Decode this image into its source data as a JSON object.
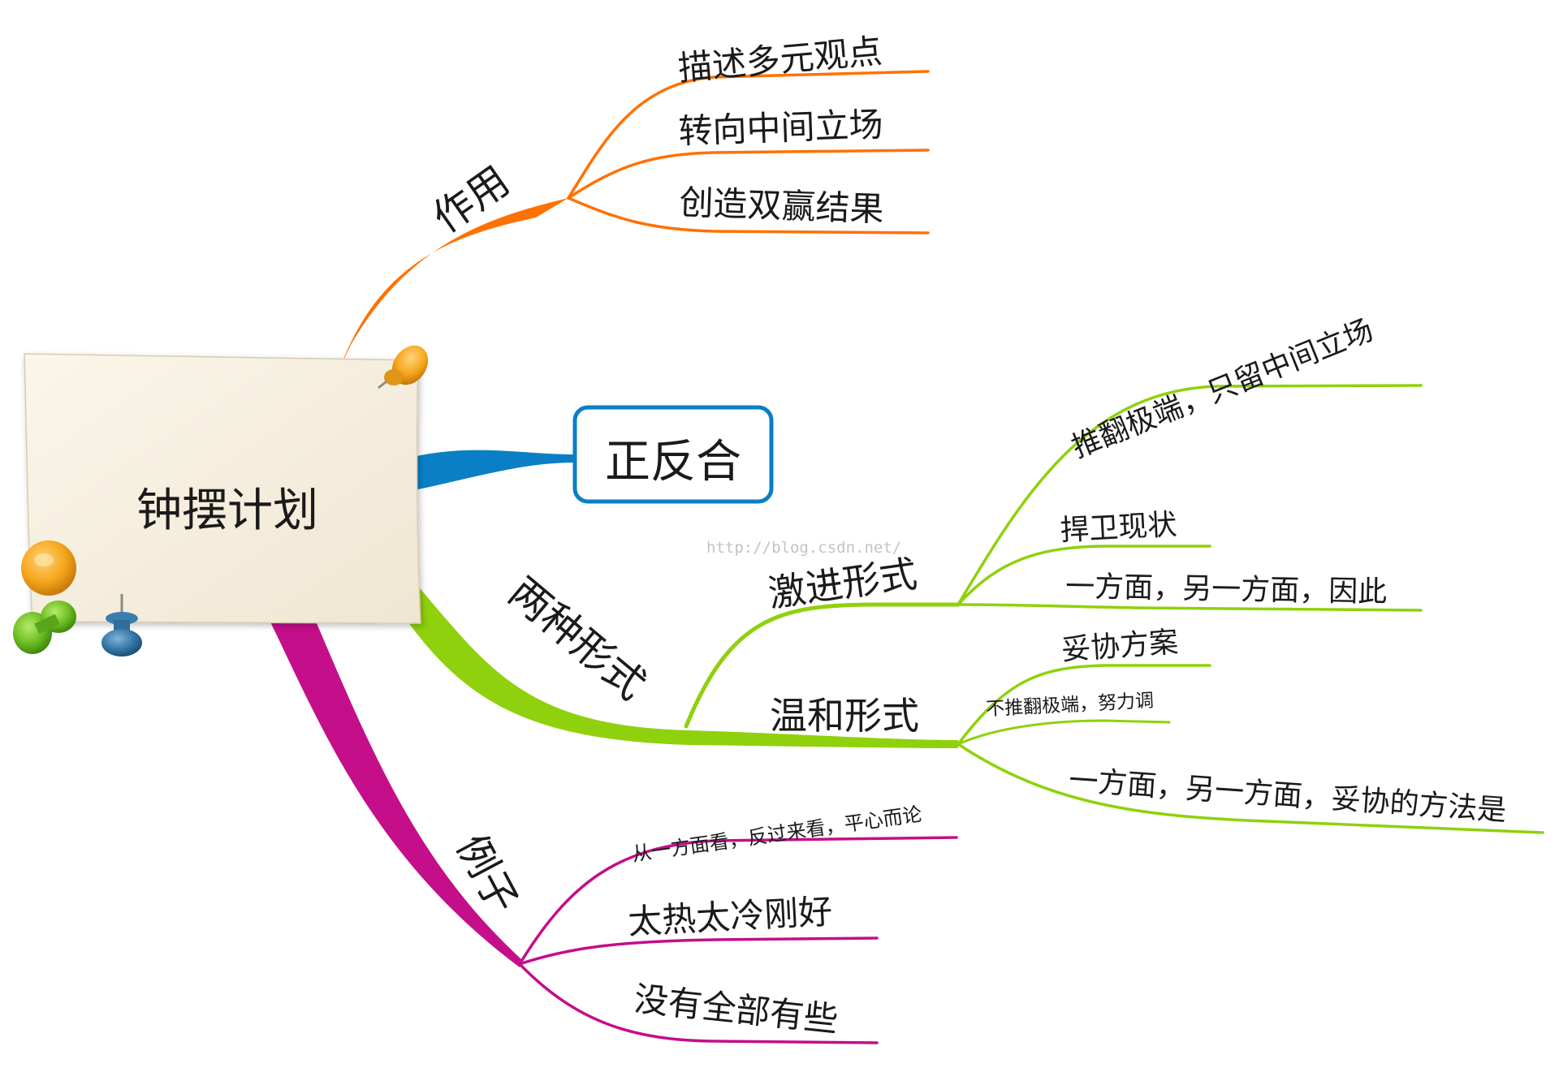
{
  "central": {
    "label": "钟摆计划"
  },
  "watermark": "http://blog.csdn.net/",
  "colors": {
    "orange": "#ff7100",
    "blue": "#0a7fc6",
    "green": "#8fd10c",
    "magenta": "#c40e8a",
    "paper": "#f5efe1"
  },
  "branches": {
    "zuoyong": {
      "label": "作用",
      "children": [
        "描述多元观点",
        "转向中间立场",
        "创造双赢结果"
      ]
    },
    "zhengfanhe": {
      "label": "正反合"
    },
    "liangzhong": {
      "label": "两种形式",
      "jijin": {
        "label": "激进形式",
        "children": [
          "推翻极端，只留中间立场",
          "捍卫现状",
          "一方面，另一方面，因此"
        ]
      },
      "wenhe": {
        "label": "温和形式",
        "children": [
          "妥协方案",
          "不推翻极端，努力调",
          "一方面，另一方面，妥协的方法是"
        ]
      }
    },
    "lizi": {
      "label": "例子",
      "children": [
        "从一方面看，反过来看，平心而论",
        "太热太冷刚好",
        "没有全部有些"
      ]
    }
  }
}
